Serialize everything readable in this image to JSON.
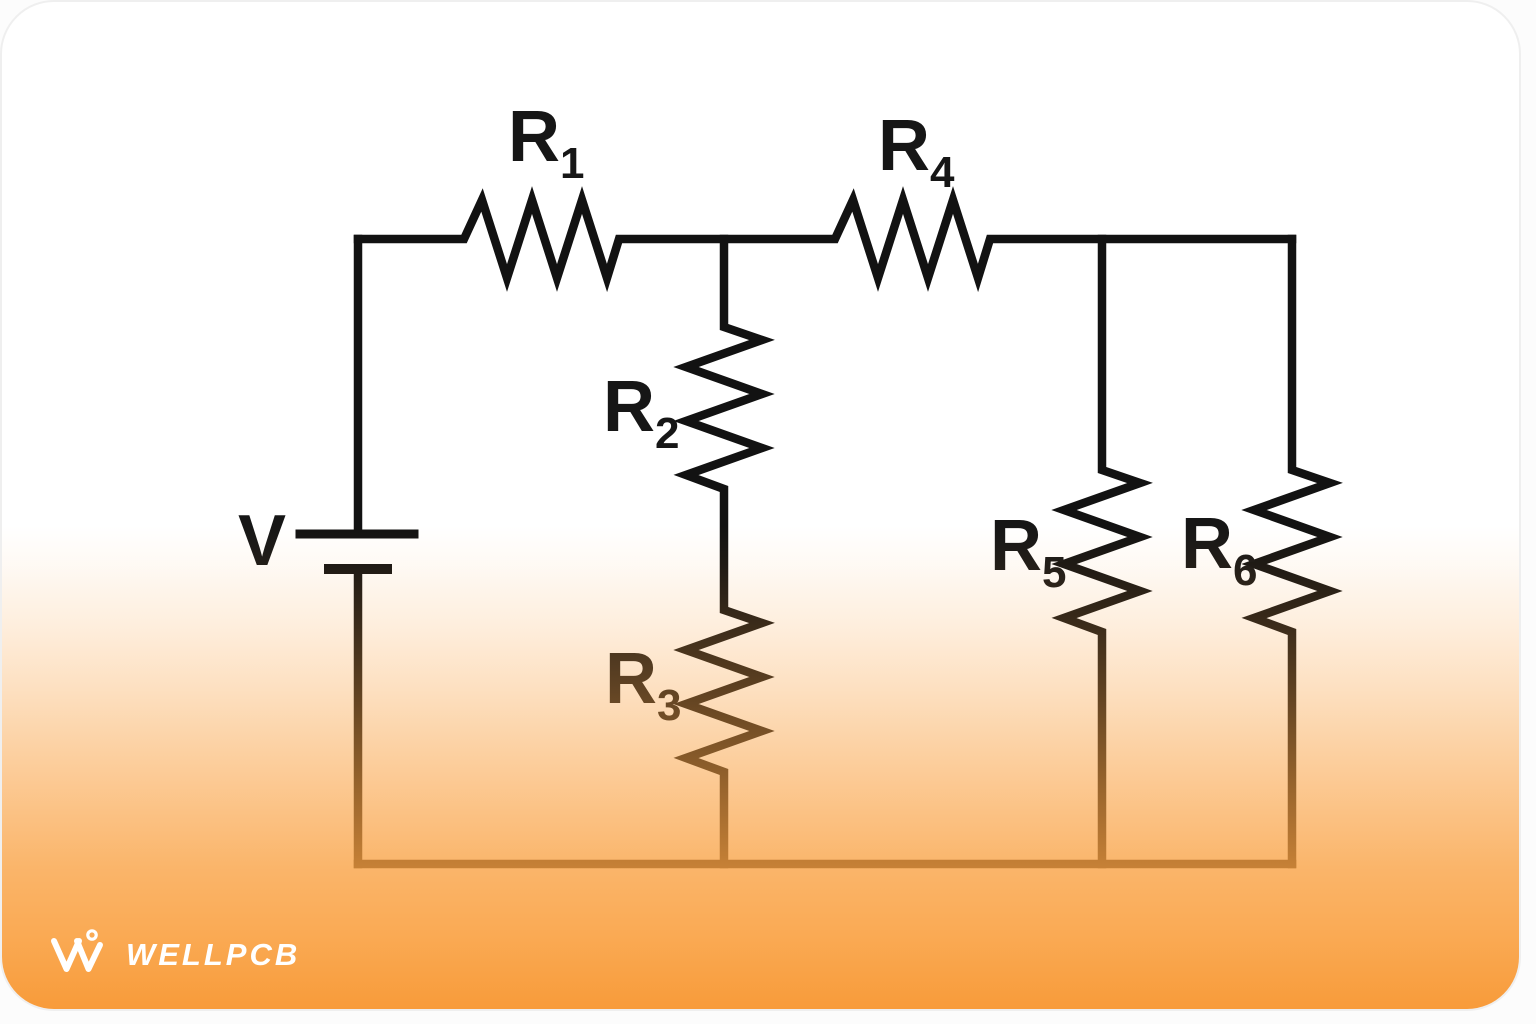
{
  "diagram": {
    "voltage_source": {
      "label": "V"
    },
    "resistors": [
      {
        "id": "R1",
        "base": "R",
        "sub": "1"
      },
      {
        "id": "R2",
        "base": "R",
        "sub": "2"
      },
      {
        "id": "R3",
        "base": "R",
        "sub": "3"
      },
      {
        "id": "R4",
        "base": "R",
        "sub": "4"
      },
      {
        "id": "R5",
        "base": "R",
        "sub": "5"
      },
      {
        "id": "R6",
        "base": "R",
        "sub": "6"
      }
    ]
  },
  "branding": {
    "logo_text": "WELLPCB"
  },
  "colors": {
    "wire": "#121212",
    "label_text": "#161616",
    "orange_accent": "#f89e40",
    "card_background": "#ffffff",
    "page_background": "#fcfcfc",
    "logo_white": "#ffffff"
  }
}
